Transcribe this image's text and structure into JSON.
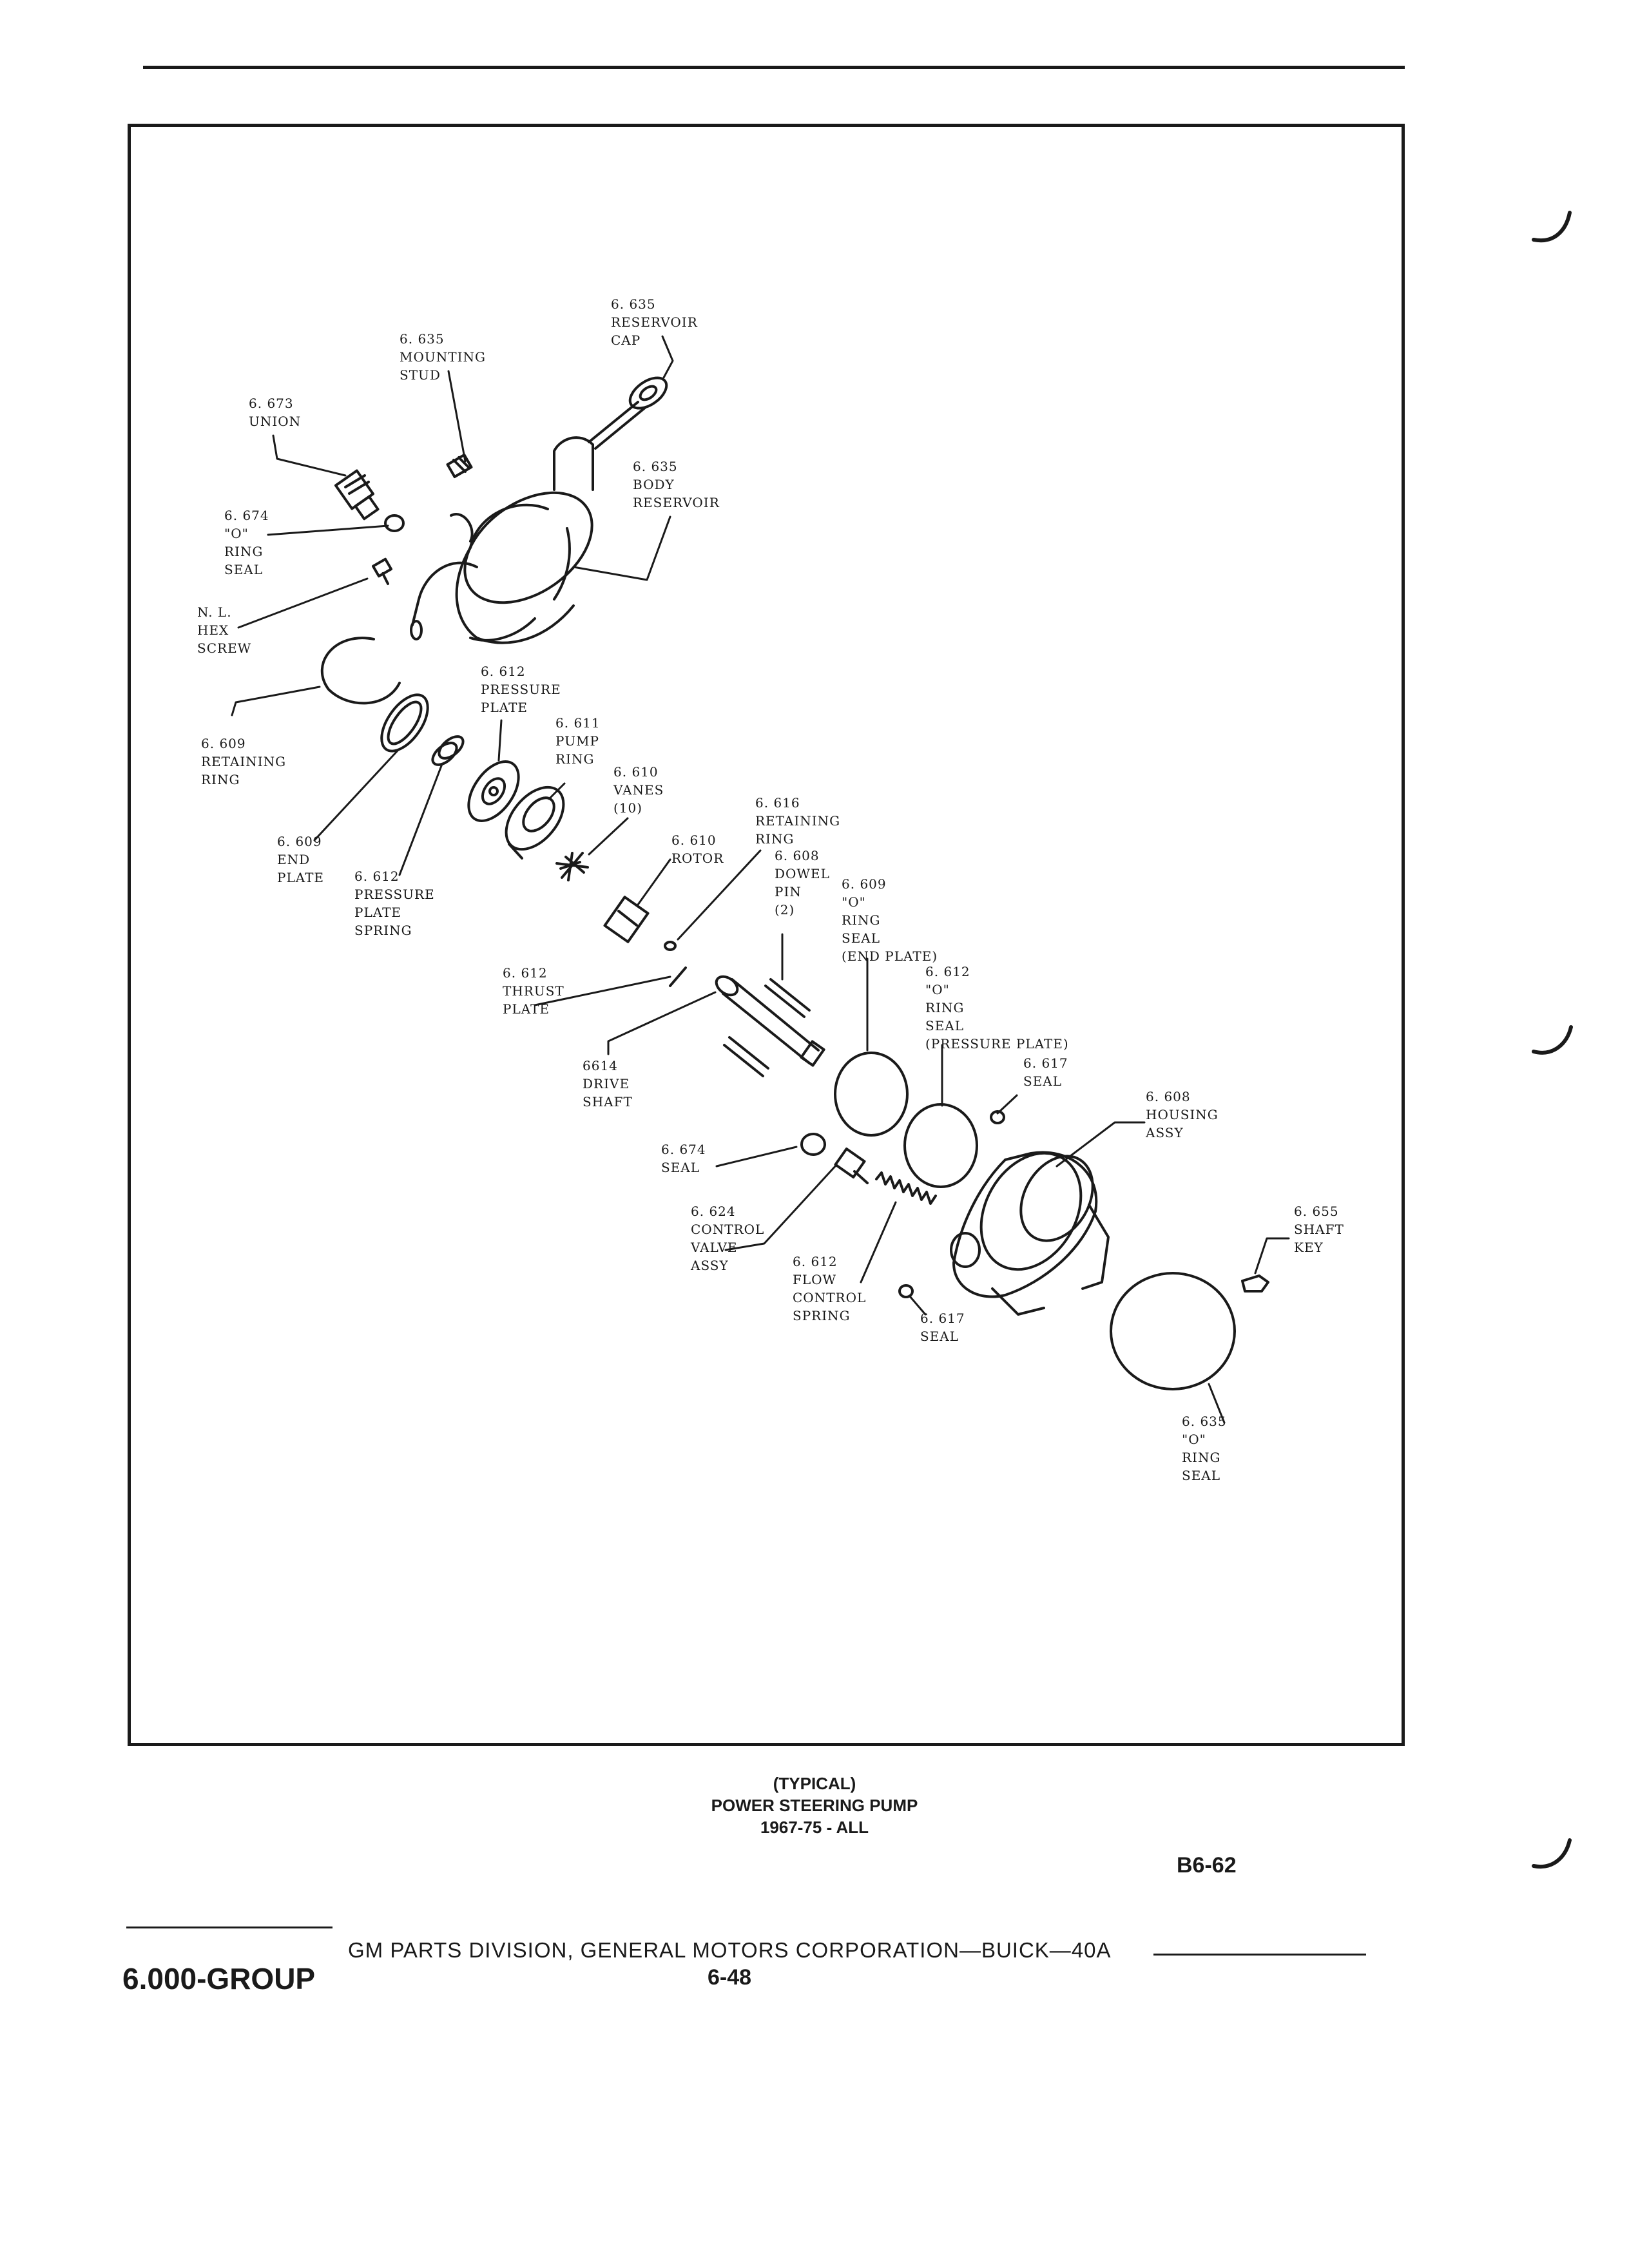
{
  "labels": {
    "reservoir_cap": "6. 635\nRESERVOIR\nCAP",
    "mounting_stud": "6. 635\nMOUNTING\nSTUD",
    "union": "6. 673\nUNION",
    "body_reservoir": "6. 635\nBODY\nRESERVOIR",
    "o_ring_seal_674": "6. 674\n\"O\"\nRING\nSEAL",
    "hex_screw": "N. L.\nHEX\nSCREW",
    "pressure_plate": "6. 612\nPRESSURE\nPLATE",
    "pump_ring": "6. 611\nPUMP\nRING",
    "retaining_ring_609": "6. 609\nRETAINING\nRING",
    "vanes": "6. 610\nVANES\n(10)",
    "retaining_ring_616": "6. 616\nRETAINING\nRING",
    "rotor": "6. 610\nROTOR",
    "dowel_pin": "6. 608\nDOWEL\nPIN\n(2)",
    "end_plate": "6. 609\nEND\nPLATE",
    "pressure_plate_spring": "6. 612\nPRESSURE\nPLATE\nSPRING",
    "o_ring_end_plate": "6. 609\n\"O\"\nRING\nSEAL\n(END PLATE)",
    "o_ring_pressure_plate": "6. 612\n\"O\"\nRING\nSEAL\n(PRESSURE PLATE)",
    "thrust_plate": "6. 612\nTHRUST\nPLATE",
    "seal_617_top": "6. 617\nSEAL",
    "housing_assy": "6. 608\nHOUSING\nASSY",
    "drive_shaft": "6614\nDRIVE\nSHAFT",
    "seal_674": "6. 674\nSEAL",
    "control_valve": "6. 624\nCONTROL\nVALVE\nASSY",
    "shaft_key": "6. 655\nSHAFT\nKEY",
    "flow_control_spring": "6. 612\nFLOW\nCONTROL\nSPRING",
    "seal_617_bottom": "6. 617\nSEAL",
    "o_ring_seal_635": "6. 635\n\"O\"\nRING\nSEAL"
  },
  "caption": {
    "line1": "(TYPICAL)",
    "line2": "POWER STEERING PUMP",
    "line3": "1967-75 - ALL"
  },
  "figure_code": "B6-62",
  "footer": {
    "group": "6.000-GROUP",
    "corporation": "GM PARTS DIVISION, GENERAL MOTORS CORPORATION—BUICK—40A",
    "page": "6-48"
  }
}
